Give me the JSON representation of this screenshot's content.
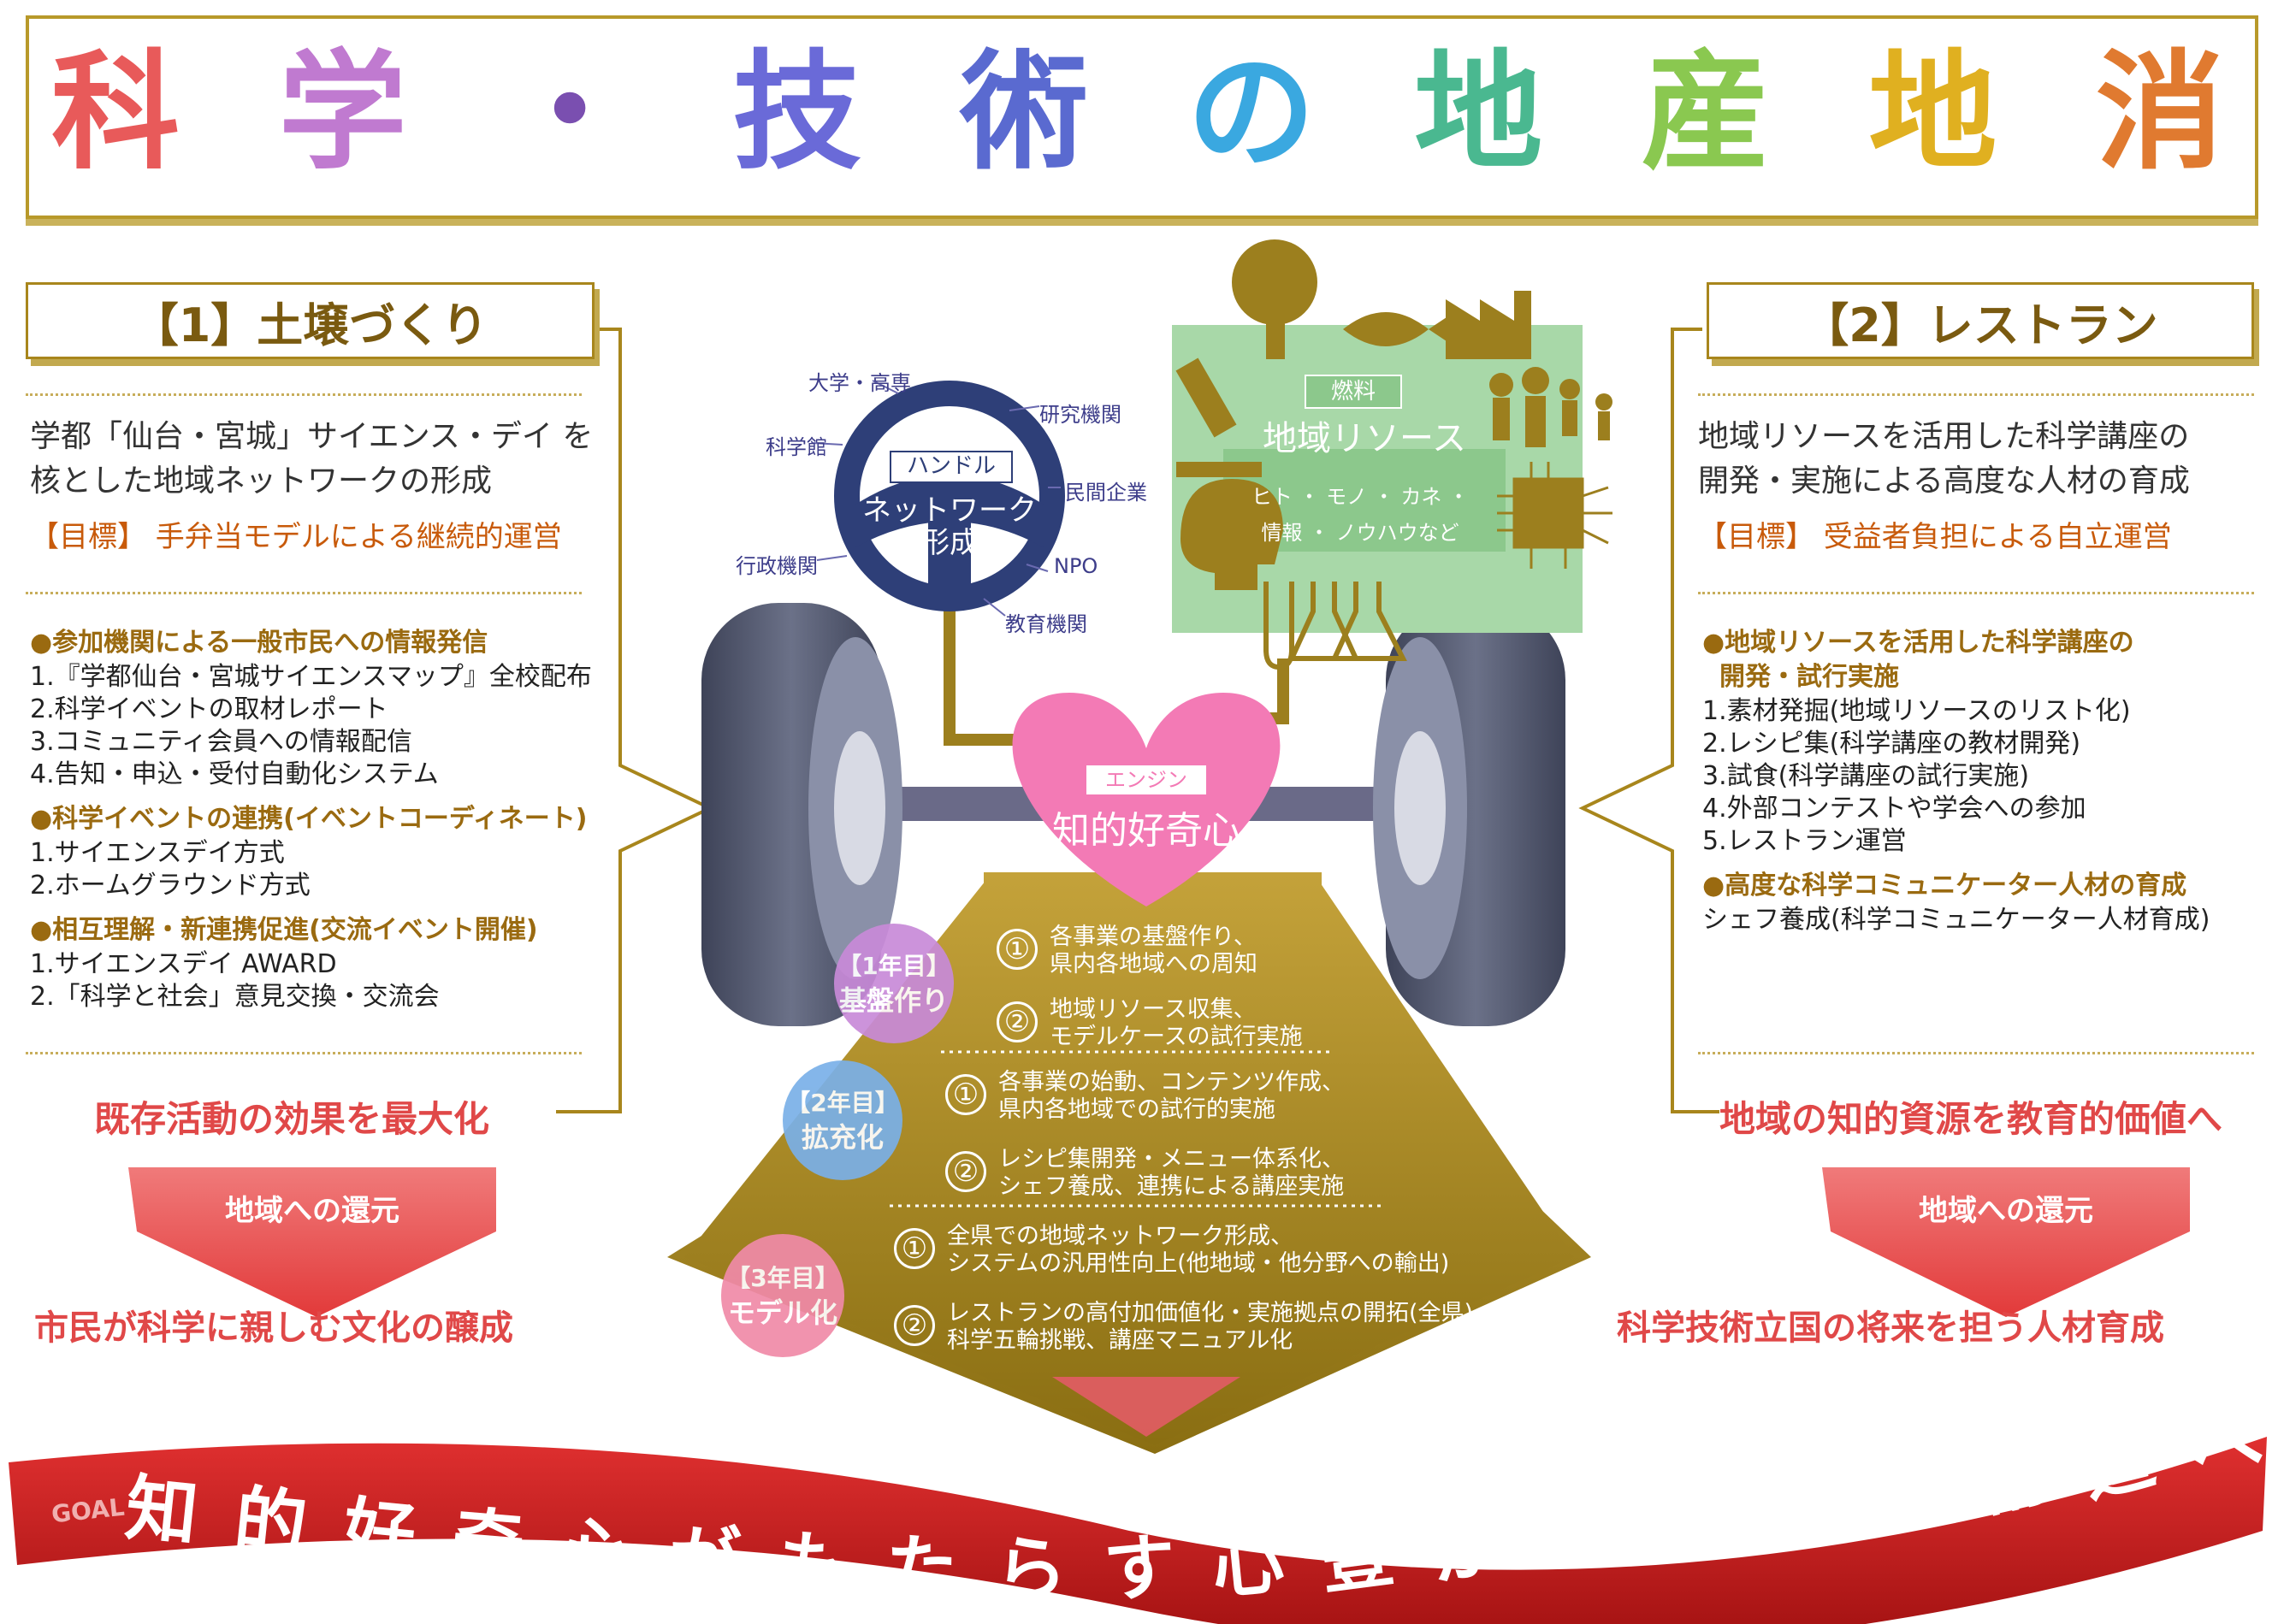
{
  "title": {
    "chars": [
      {
        "t": "科",
        "color": "#e85a5a"
      },
      {
        "t": "学",
        "color": "#c07ad0"
      },
      {
        "t": "・",
        "color": "#7a4fb0"
      },
      {
        "t": "技",
        "color": "#6a6ad8"
      },
      {
        "t": "術",
        "color": "#5a6ad0"
      },
      {
        "t": "の",
        "color": "#3aa8e0"
      },
      {
        "t": "地",
        "color": "#4ab890"
      },
      {
        "t": "産",
        "color": "#8ac850"
      },
      {
        "t": "地",
        "color": "#e0b020"
      },
      {
        "t": "消",
        "color": "#e07a30"
      }
    ]
  },
  "left": {
    "header": "【1】土壌づくり",
    "desc": [
      "学都「仙台・宮城」サイエンス・デイ を",
      "核とした地域ネットワークの形成"
    ],
    "goal": "【目標】 手弁当モデルによる継続的運営",
    "sections": [
      {
        "title": "●参加機関による一般市民への情報発信",
        "items": [
          "1.『学都仙台・宮城サイエンスマップ』全校配布",
          "2.科学イベントの取材レポート",
          "3.コミュニティ会員への情報配信",
          "4.告知・申込・受付自動化システム"
        ]
      },
      {
        "title": "●科学イベントの連携(イベントコーディネート)",
        "items": [
          "1.サイエンスデイ方式",
          "2.ホームグラウンド方式"
        ]
      },
      {
        "title": "●相互理解・新連携促進(交流イベント開催)",
        "items": [
          "1.サイエンスデイ AWARD",
          "2.「科学と社会」意見交換・交流会"
        ]
      }
    ],
    "conclusion": "既存活動の効果を最大化",
    "arrow_label": "地域への還元",
    "result": "市民が科学に親しむ文化の醸成"
  },
  "right": {
    "header": "【2】レストラン",
    "desc": [
      "地域リソースを活用した科学講座の",
      "開発・実施による高度な人材の育成"
    ],
    "goal": "【目標】 受益者負担による自立運営",
    "sections": [
      {
        "title": "●地域リソースを活用した科学講座の",
        "title2": "開発・試行実施",
        "items": [
          "1.素材発掘(地域リソースのリスト化)",
          "2.レシピ集(科学講座の教材開発)",
          "3.試食(科学講座の試行実施)",
          "4.外部コンテストや学会への参加",
          "5.レストラン運営"
        ]
      },
      {
        "title": "●高度な科学コミュニケーター人材の育成",
        "items": [
          "シェフ養成(科学コミュニケーター人材育成)"
        ]
      }
    ],
    "conclusion": "地域の知的資源を教育的価値へ",
    "arrow_label": "地域への還元",
    "result": "科学技術立国の将来を担う人材育成"
  },
  "center": {
    "handle_tag": "ハンドル",
    "handle_label": [
      "ネットワーク",
      "形成"
    ],
    "network_nodes": [
      "大学・高専",
      "研究機関",
      "科学館",
      "民間企業",
      "行政機関",
      "NPO",
      "教育機関"
    ],
    "fuel_tag": "燃料",
    "fuel_title": "地域リソース",
    "fuel_items": [
      "ヒト ・ モノ ・ カネ ・",
      "情報 ・ ノウハウなど"
    ],
    "engine_tag": "エンジン",
    "engine_label": "知的好奇心",
    "years": [
      {
        "year": "【1年目】",
        "name": "基盤作り",
        "color": "#c88ad8",
        "steps": [
          [
            "各事業の基盤作り、",
            "県内各地域への周知"
          ],
          [
            "地域リソース収集、",
            "モデルケースの試行実施"
          ]
        ]
      },
      {
        "year": "【2年目】",
        "name": "拡充化",
        "color": "#7ab0e8",
        "steps": [
          [
            "各事業の始動、コンテンツ作成、",
            "県内各地域での試行的実施"
          ],
          [
            "レシピ集開発・メニュー体系化、",
            "シェフ養成、連携による講座実施"
          ]
        ]
      },
      {
        "year": "【3年目】",
        "name": "モデル化",
        "color": "#f08aa8",
        "steps": [
          [
            "全県での地域ネットワーク形成、",
            "システムの汎用性向上(他地域・他分野への輸出)"
          ],
          [
            "レストランの高付加価値化・実施拠点の開拓(全県)、",
            "科学五輪挑戦、講座マニュアル化"
          ]
        ]
      }
    ]
  },
  "goal_banner": {
    "tag": "GOAL",
    "text": "知的好奇心がもたらす心豊かな社会の創造へ"
  },
  "colors": {
    "gold": "#a8861c",
    "red": "#e04848",
    "olive": "#9c7f1e",
    "banner": "#c41c1c"
  }
}
